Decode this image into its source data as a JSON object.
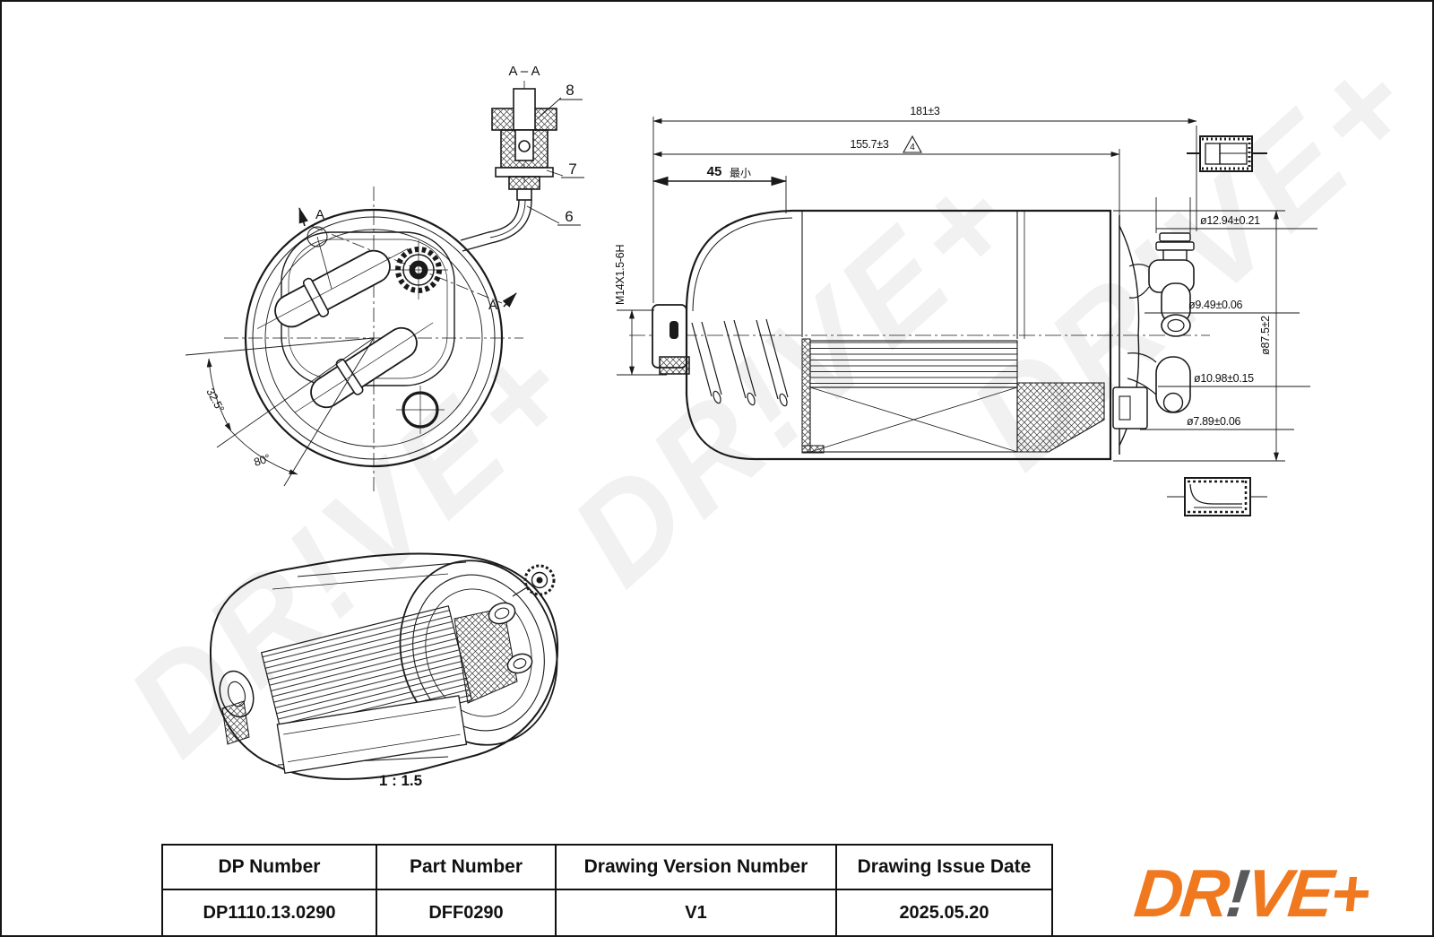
{
  "watermark": {
    "text": "DR!VE+"
  },
  "section_detail": {
    "title": "A – A",
    "callout_8": "8",
    "callout_7": "7",
    "callout_6": "6"
  },
  "top_view": {
    "section_label": "A",
    "angle_small": "32.5°",
    "angle_large": "80°"
  },
  "side_view": {
    "dim_overall_length": "181±3",
    "dim_body_length": "155.7±3",
    "dim_rev_flag": "4",
    "dim_min_clearance_value": "45",
    "dim_min_clearance_note": "最小",
    "dim_thread": "M14X1.5-6H",
    "dim_dia_inlet_barb": "ø12.94±0.21",
    "dim_dia_inlet_tube": "ø9.49±0.06",
    "dim_dia_outlet_tube": "ø10.98±0.15",
    "dim_dia_outlet_end": "ø7.89±0.06",
    "dim_dia_body": "ø87.5±2"
  },
  "iso_view": {
    "scale_label": "1 : 1.5"
  },
  "title_block": {
    "headers": [
      "DP Number",
      "Part Number",
      "Drawing Version Number",
      "Drawing Issue Date"
    ],
    "values": [
      "DP1110.13.0290",
      "DFF0290",
      "V1",
      "2025.05.20"
    ]
  },
  "logo": {
    "left": "DR",
    "bang": "!",
    "right": "VE+"
  },
  "colors": {
    "line": "#1a1a1a",
    "logo_orange": "#F0781E",
    "logo_gray": "#58595B"
  }
}
